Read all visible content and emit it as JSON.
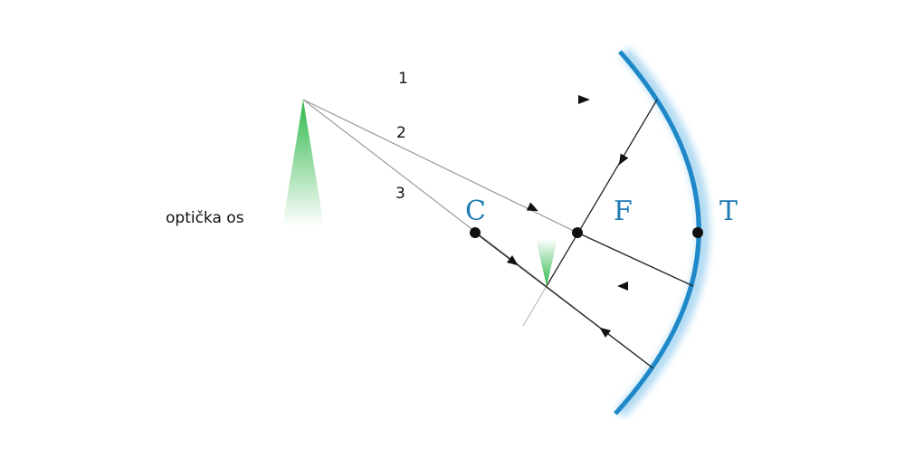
{
  "axis_label": "optička os",
  "points": [
    {
      "id": "C",
      "label": "C"
    },
    {
      "id": "F",
      "label": "F"
    },
    {
      "id": "T",
      "label": "T"
    }
  ],
  "rays": [
    {
      "id": "1",
      "label": "1"
    },
    {
      "id": "2",
      "label": "2"
    },
    {
      "id": "3",
      "label": "3"
    }
  ],
  "colors": {
    "mirror": "#1e88c8",
    "label": "#1f7ab5",
    "object": "#2eb84a",
    "ray": "#222222",
    "ray_faint": "#aaaaaa"
  }
}
